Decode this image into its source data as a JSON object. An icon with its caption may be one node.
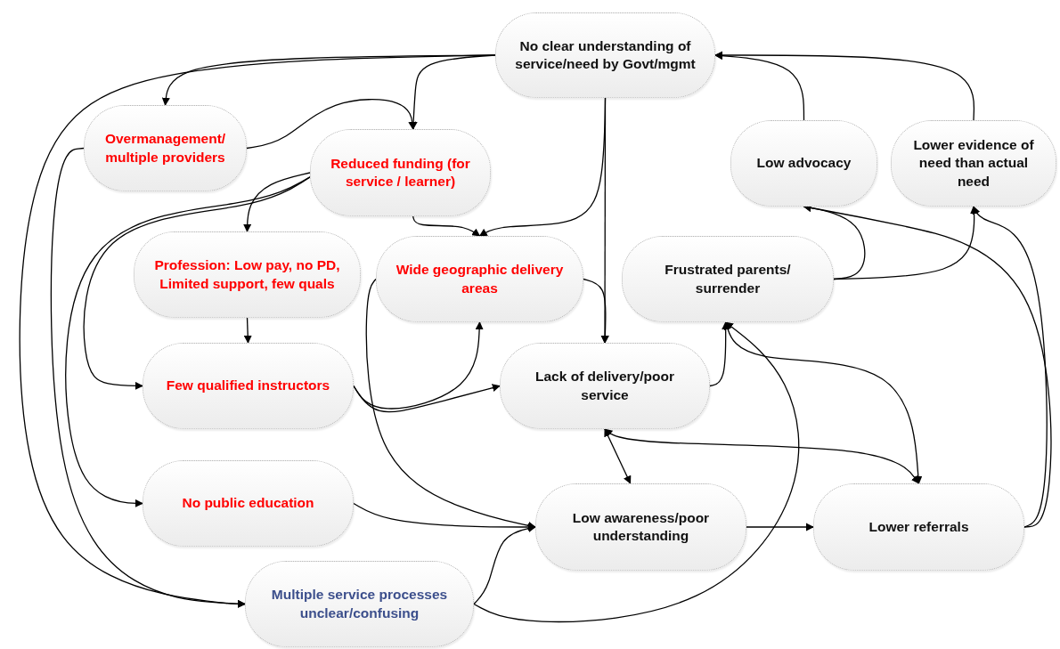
{
  "diagram": {
    "nodes": [
      {
        "text": [
          "No clear understanding of service/need by Govt/mgmt"
        ]
      },
      {
        "text": [
          "Overmanagement/ multiple providers"
        ]
      },
      {
        "text": [
          "Reduced funding (for service / learner)"
        ]
      },
      {
        "text": [
          "Low advocacy"
        ]
      },
      {
        "text": [
          "Lower evidence of need than actual need"
        ]
      },
      {
        "text": [
          "Profession: Low pay, no PD, Limited support, few quals"
        ]
      },
      {
        "text": [
          "Wide geographic delivery areas"
        ]
      },
      {
        "text": [
          "Frustrated parents/ surrender"
        ]
      },
      {
        "text": [
          "Few qualified instructors"
        ]
      },
      {
        "text": [
          "Lack of delivery/poor service"
        ]
      },
      {
        "text": [
          "No public education"
        ]
      },
      {
        "text": [
          "Low awareness/poor understanding"
        ]
      },
      {
        "text": [
          "Lower referrals"
        ]
      },
      {
        "text": [
          "Multiple service processes unclear/confusing"
        ]
      }
    ],
    "edges": [
      {
        "from": 0,
        "to": 1,
        "arrow": "to"
      },
      {
        "from": 0,
        "to": 2,
        "arrow": "to"
      },
      {
        "from": 0,
        "to": 13,
        "arrow": "to"
      },
      {
        "from": 0,
        "to": 6,
        "arrow": "to"
      },
      {
        "from": 0,
        "to": 9,
        "arrow": "to"
      },
      {
        "from": 1,
        "to": 2,
        "arrow": "to"
      },
      {
        "from": 1,
        "to": 13,
        "arrow": "to"
      },
      {
        "from": 2,
        "to": 5,
        "arrow": "to"
      },
      {
        "from": 2,
        "to": 6,
        "arrow": "to"
      },
      {
        "from": 2,
        "to": 8,
        "arrow": "to"
      },
      {
        "from": 2,
        "to": 10,
        "arrow": "to"
      },
      {
        "from": 5,
        "to": 8,
        "arrow": "to"
      },
      {
        "from": 8,
        "to": 6,
        "arrow": "to"
      },
      {
        "from": 8,
        "to": 9,
        "arrow": "to"
      },
      {
        "from": 6,
        "to": 9,
        "arrow": "to"
      },
      {
        "from": 6,
        "to": 11,
        "arrow": "to"
      },
      {
        "from": 10,
        "to": 11,
        "arrow": "to"
      },
      {
        "from": 13,
        "to": 11,
        "arrow": "to"
      },
      {
        "from": 13,
        "to": 7,
        "arrow": "to"
      },
      {
        "from": 9,
        "to": 7,
        "arrow": "to"
      },
      {
        "from": 7,
        "to": 3,
        "arrow": "to"
      },
      {
        "from": 7,
        "to": 4,
        "arrow": "to"
      },
      {
        "from": 3,
        "to": 0,
        "arrow": "to"
      },
      {
        "from": 4,
        "to": 0,
        "arrow": "to"
      },
      {
        "from": 12,
        "to": 3,
        "arrow": "to"
      },
      {
        "from": 12,
        "to": 4,
        "arrow": "to"
      },
      {
        "from": 7,
        "to": 12,
        "arrow": "both"
      },
      {
        "from": 9,
        "to": 12,
        "arrow": "both"
      },
      {
        "from": 9,
        "to": 11,
        "arrow": "both"
      },
      {
        "from": 11,
        "to": 12,
        "arrow": "to"
      }
    ]
  }
}
